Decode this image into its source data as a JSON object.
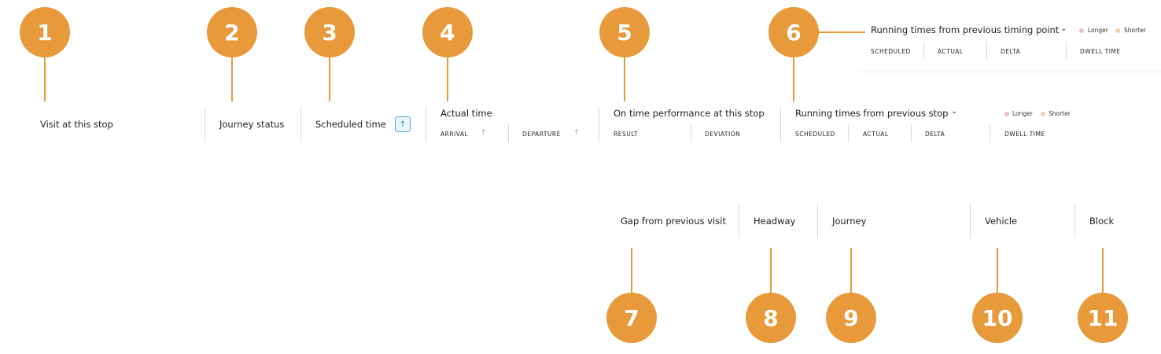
{
  "callouts": [
    "1",
    "2",
    "3",
    "4",
    "5",
    "6",
    "7",
    "8",
    "9",
    "10",
    "11"
  ],
  "header": {
    "visit": "Visit at this stop",
    "journey_status": "Journey status",
    "scheduled_time": "Scheduled time",
    "sort_icon": "arrow-up-icon",
    "actual_time": "Actual time",
    "arrival": "ARRIVAL",
    "departure": "DEPARTURE",
    "otp": "On time performance at this stop",
    "result": "RESULT",
    "deviation": "DEVIATION",
    "running_stop": "Running times from previous stop",
    "scheduled": "SCHEDULED",
    "actual": "ACTUAL",
    "delta": "DELTA",
    "dwell_time": "DWELL TIME",
    "legend_longer": "Longer",
    "legend_shorter": "Shorter"
  },
  "alt_header": {
    "running_timing_point": "Running times from previous timing point",
    "scheduled": "SCHEDULED",
    "actual": "ACTUAL",
    "delta": "DELTA",
    "dwell_time": "DWELL TIME",
    "legend_longer": "Longer",
    "legend_shorter": "Shorter"
  },
  "lower_header": {
    "gap": "Gap from previous visit",
    "headway": "Headway",
    "journey": "Journey",
    "vehicle": "Vehicle",
    "block": "Block"
  },
  "colors": {
    "callout": "#e8993a",
    "longer": "#f4b8c8",
    "shorter": "#f7cfa3",
    "sort_accent": "#4aa3d6"
  }
}
